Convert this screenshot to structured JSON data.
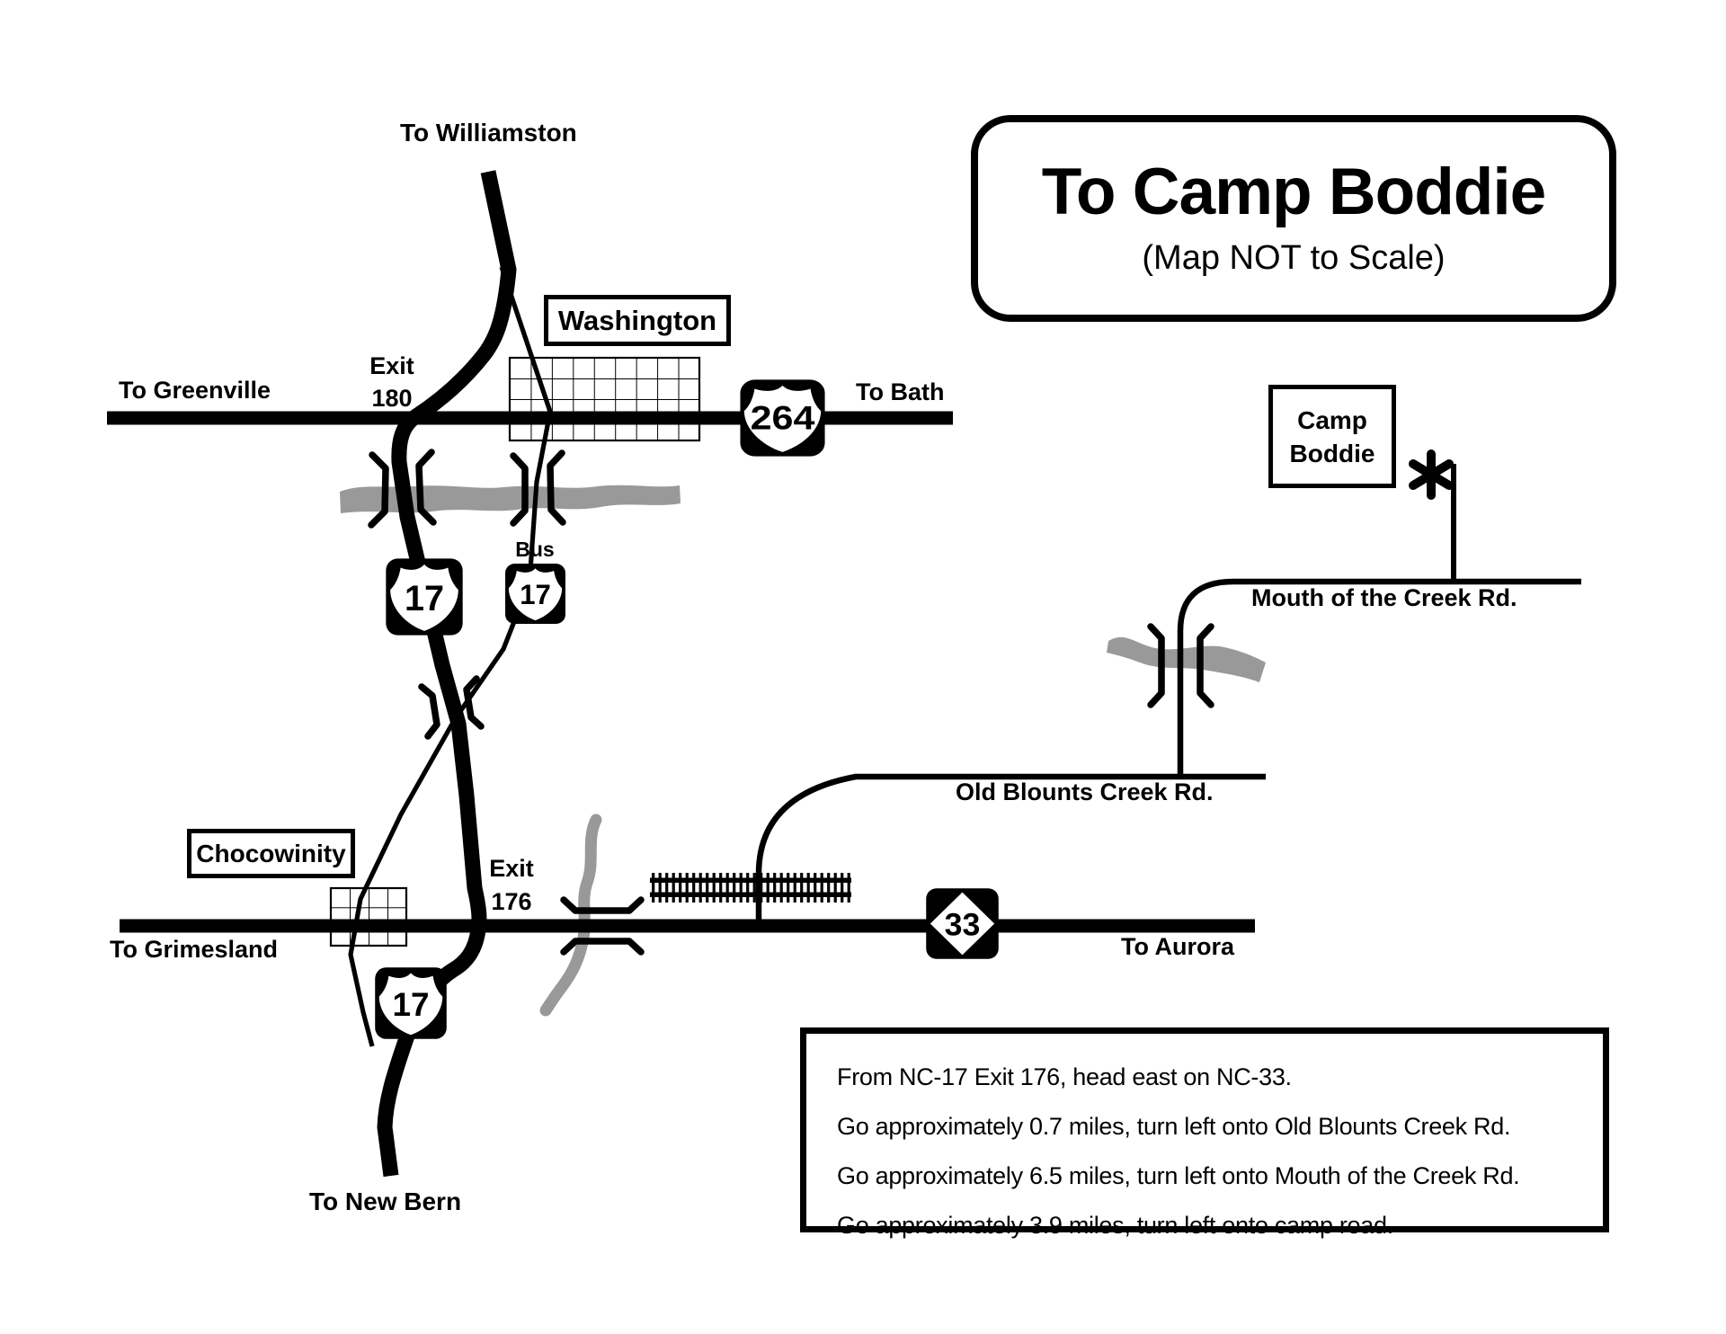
{
  "title": {
    "main": "To Camp Boddie",
    "subtitle": "(Map NOT to Scale)"
  },
  "labels": {
    "to_williamston": "To Williamston",
    "to_greenville": "To Greenville",
    "to_bath": "To Bath",
    "to_grimesland": "To Grimesland",
    "to_new_bern": "To New Bern",
    "to_aurora": "To Aurora",
    "washington": "Washington",
    "chocowinity": "Chocowinity",
    "camp_boddie_line1": "Camp",
    "camp_boddie_line2": "Boddie",
    "mouth_of_the_creek_rd": "Mouth of the Creek Rd.",
    "old_blounts_creek_rd": "Old Blounts Creek Rd.",
    "bus": "Bus",
    "exit_180": {
      "line1": "Exit",
      "line2": "180"
    },
    "exit_176": {
      "line1": "Exit",
      "line2": "176"
    }
  },
  "shields": {
    "us17_main": "17",
    "us17_bus": "17",
    "us17_south": "17",
    "us264": "264",
    "nc33": "33"
  },
  "directions": {
    "lines": [
      "From NC-17 Exit 176, head east on NC-33.",
      "Go approximately 0.7 miles, turn left onto Old Blounts Creek Rd.",
      "Go approximately 6.5 miles, turn left onto Mouth of the Creek Rd.",
      "Go approximately 3.9 miles, turn left onto camp road."
    ]
  },
  "icons": {
    "camp_marker": "asterisk"
  },
  "colors": {
    "road": "#000000",
    "water": "#999999",
    "background": "#ffffff"
  }
}
